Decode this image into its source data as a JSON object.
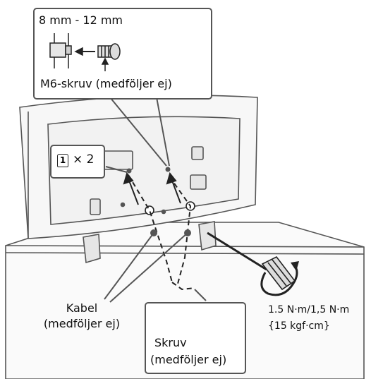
{
  "screw_length": {
    "text": "8 mm - 12 mm"
  },
  "m6_screw": {
    "text": "M6-skruv (medföljer ej)"
  },
  "part_marker": {
    "number": "1",
    "multiplier": "× 2"
  },
  "cable": {
    "line1": "Kabel",
    "line2": "(medföljer ej)"
  },
  "screw": {
    "line1": "Skruv",
    "line2": "(medföljer ej)"
  },
  "torque": {
    "line1": "1.5 N·m/1,5 N·m",
    "line2": "{15 kgf·cm}"
  },
  "colors": {
    "stroke": "#555555",
    "dark": "#222222",
    "fill_light": "#f2f2f2",
    "fill_mid": "#e6e6e6"
  }
}
